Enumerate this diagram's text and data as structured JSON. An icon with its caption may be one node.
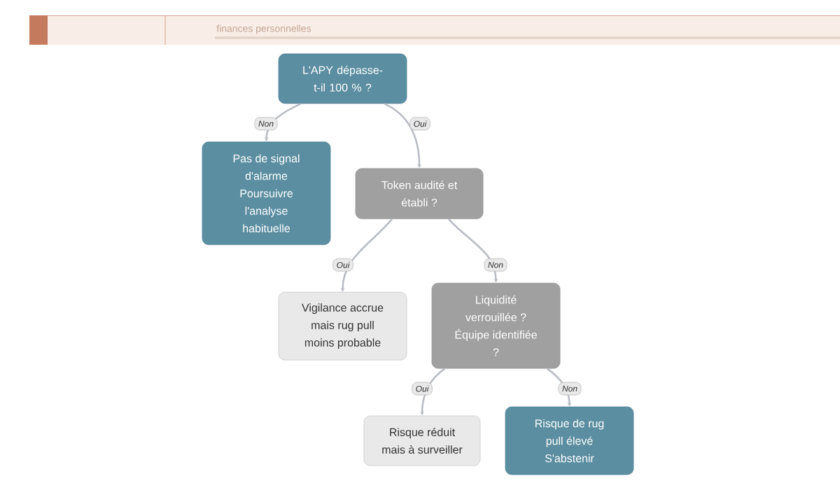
{
  "diagram": {
    "nodes": [
      {
        "text": [
          "L'APY dépasse-t-il 100 % ?"
        ]
      },
      {
        "text": [
          "Pas de signal d'alarme Poursuivre l'analyse habituelle"
        ]
      },
      {
        "text": [
          "Token audité et établi ?"
        ]
      },
      {
        "text": [
          "Vigilance accrue mais rug pull moins probable"
        ]
      },
      {
        "text": [
          "Liquidité verrouillée ? Équipe identifiée ?"
        ]
      },
      {
        "text": [
          "Risque réduit mais à surveiller"
        ]
      },
      {
        "text": [
          "Risque de rug pull élevé S'abstenir"
        ]
      }
    ],
    "edges": [
      {
        "from": 0,
        "to": 1,
        "arrow": "to",
        "label": "Non"
      },
      {
        "from": 0,
        "to": 2,
        "arrow": "to",
        "label": "Oui"
      },
      {
        "from": 2,
        "to": 3,
        "arrow": "to",
        "label": "Oui"
      },
      {
        "from": 2,
        "to": 4,
        "arrow": "to",
        "label": "Non"
      },
      {
        "from": 4,
        "to": 5,
        "arrow": "to",
        "label": "Oui"
      },
      {
        "from": 4,
        "to": 6,
        "arrow": "to",
        "label": "Non"
      }
    ],
    "labels": [
      "finances personnelles"
    ]
  }
}
